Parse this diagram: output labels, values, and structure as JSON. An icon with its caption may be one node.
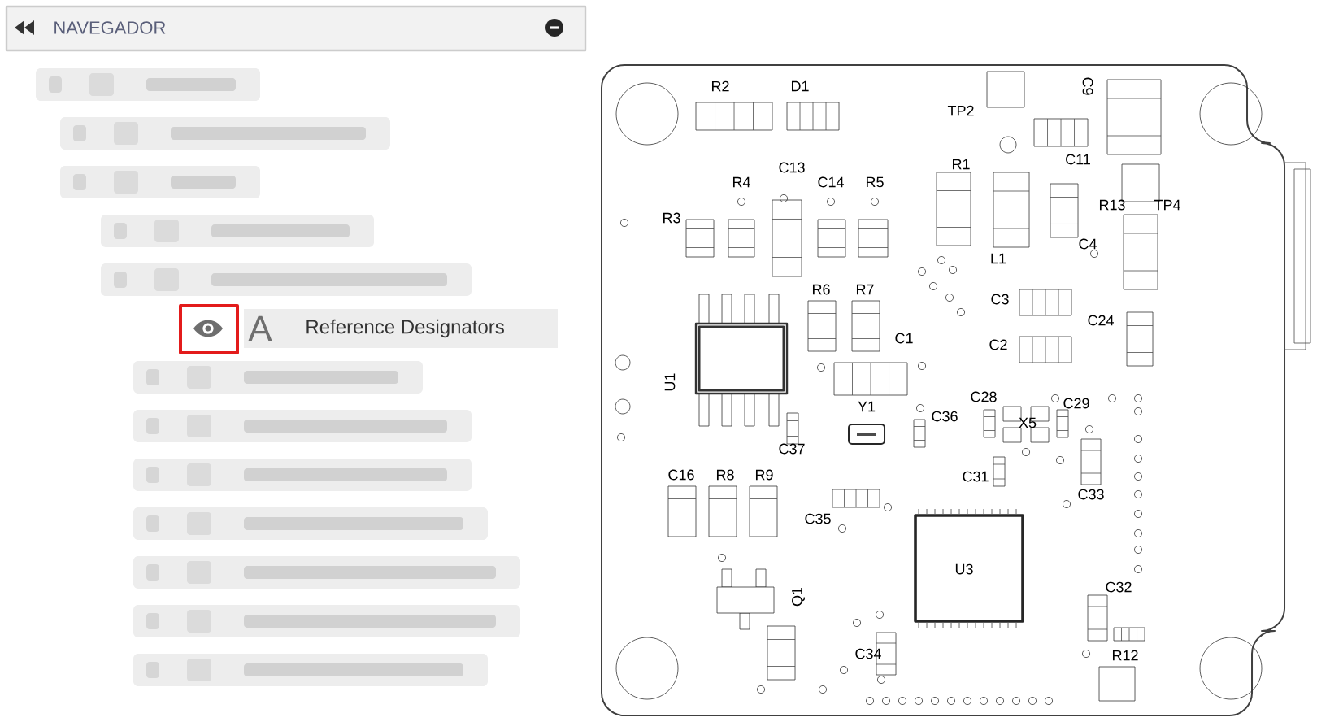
{
  "diagram": {
    "labels": [
      "NAVEGADOR",
      "A",
      "Reference Designators",
      "R2",
      "D1",
      "TP2",
      "C9",
      "C11",
      "C13",
      "R1",
      "R4",
      "C14",
      "R5",
      "R13",
      "TP4",
      "R3",
      "C4",
      "L1",
      "R6",
      "R7",
      "C3",
      "C24",
      "C1",
      "C2",
      "U1",
      "Y1",
      "C36",
      "C28",
      "X5",
      "C29",
      "C37",
      "C16",
      "R8",
      "R9",
      "C31",
      "C33",
      "C35",
      "U3",
      "Q1",
      "C32",
      "C34",
      "R12"
    ]
  }
}
